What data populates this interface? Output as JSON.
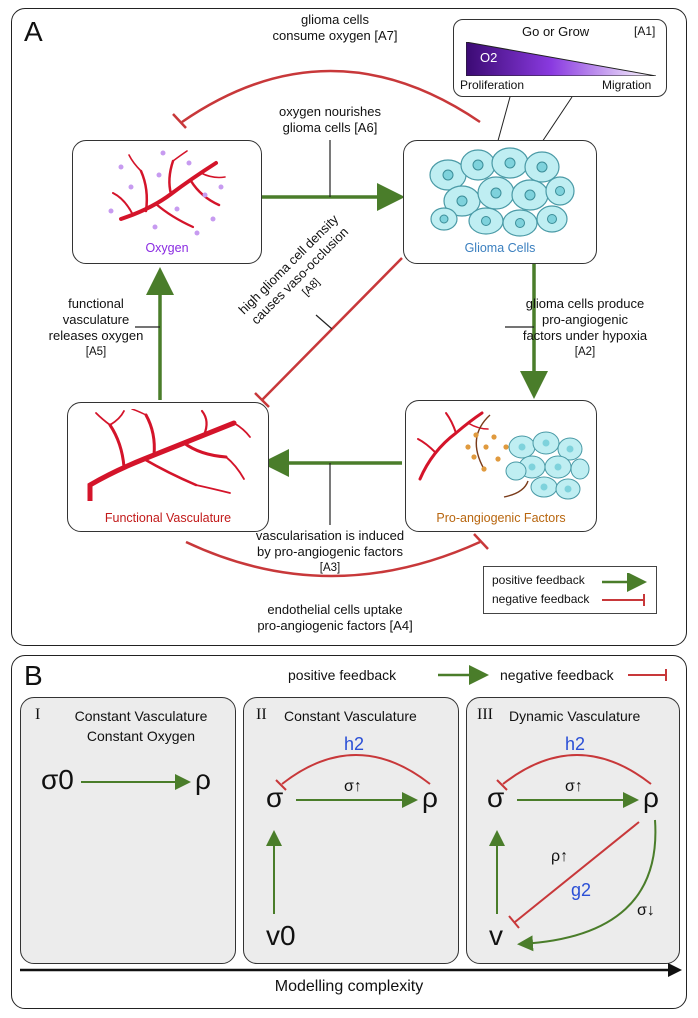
{
  "panel_a": {
    "letter": "A",
    "goorgrow": {
      "title": "Go or Grow",
      "ref": "[A1]",
      "o2": "O2",
      "left": "Proliferation",
      "right": "Migration"
    },
    "nodes": {
      "oxygen": "Oxygen",
      "glioma": "Glioma Cells",
      "vasculature": "Functional Vasculature",
      "factors": "Pro-angiogenic Factors"
    },
    "labels": {
      "a7": [
        "glioma cells",
        "consume oxygen [A7]"
      ],
      "a6": [
        "oxygen nourishes",
        "glioma cells [A6]"
      ],
      "a8": [
        "high glioma cell density",
        "causes vaso-occlusion",
        "[A8]"
      ],
      "a2": [
        "glioma cells produce",
        "pro-angiogenic",
        "factors under hypoxia",
        "[A2]"
      ],
      "a5": [
        "functional",
        "vasculature",
        "releases oxygen",
        "[A5]"
      ],
      "a3": [
        "vascularisation is induced",
        "by pro-angiogenic factors",
        "[A3]"
      ],
      "a4": [
        "endothelial cells uptake",
        "pro-angiogenic factors [A4]"
      ]
    },
    "legend": {
      "positive": "positive feedback",
      "negative": "negative feedback"
    }
  },
  "panel_b": {
    "letter": "B",
    "legend": {
      "positive": "positive feedback",
      "negative": "negative feedback"
    },
    "sub1": {
      "roman": "I",
      "title1": "Constant Vasculature",
      "title2": "Constant Oxygen",
      "sigma0": "σ0",
      "rho": "ρ"
    },
    "sub2": {
      "roman": "II",
      "title": "Constant Vasculature",
      "h2": "h2",
      "sigma": "σ",
      "rho": "ρ",
      "sigma_up": "σ↑",
      "v0": "v0"
    },
    "sub3": {
      "roman": "III",
      "title": "Dynamic Vasculature",
      "h2": "h2",
      "sigma": "σ",
      "rho": "ρ",
      "sigma_up": "σ↑",
      "rho_up": "ρ↑",
      "g2": "g2",
      "sigma_down": "σ↓",
      "v": "v"
    },
    "axis_label": "Modelling complexity"
  },
  "colors": {
    "positive": "#4a7d2a",
    "negative": "#c8383a",
    "oxygen_text": "#8a2be2",
    "glioma_text": "#3a7fbf",
    "vasculature_text": "#c21a1a",
    "factors_text": "#b8660f",
    "param_blue": "#2a4fd6",
    "cell_fill": "#bfeef2"
  }
}
